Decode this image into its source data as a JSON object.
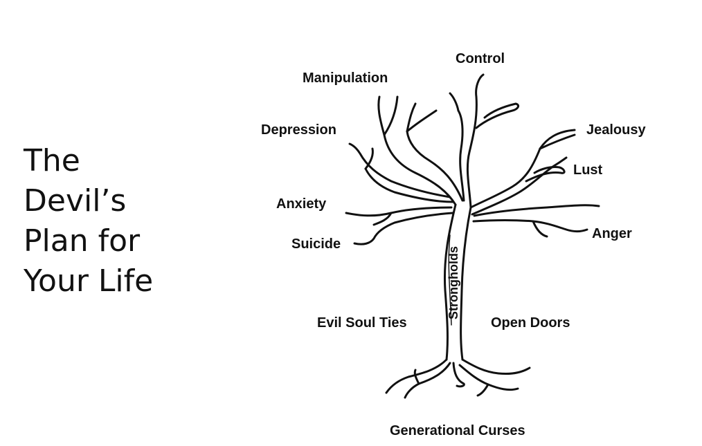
{
  "title": {
    "line1": "The",
    "line2": "Devil’s",
    "line3": "Plan for",
    "line4": "Your Life"
  },
  "labels": {
    "control": "Control",
    "manipulation": "Manipulation",
    "depression": "Depression",
    "jealousy": "Jealousy",
    "lust": "Lust",
    "anxiety": "Anxiety",
    "anger": "Anger",
    "suicide": "Suicide",
    "strongholds": "Strongholds",
    "evil_soul_ties": "Evil Soul Ties",
    "open_doors": "Open Doors",
    "generational_curses": "Generational Curses"
  }
}
